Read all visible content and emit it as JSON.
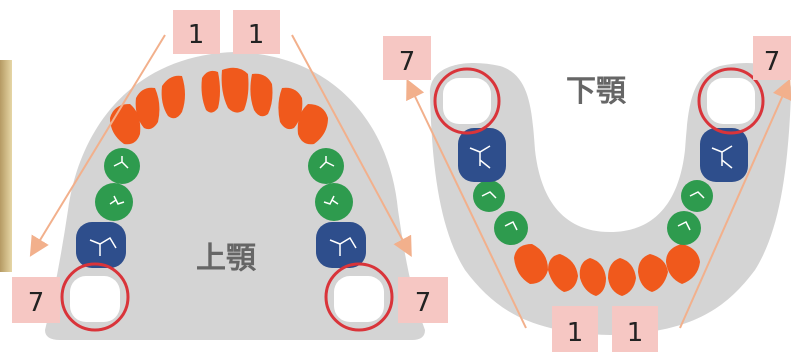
{
  "upper": {
    "title": "上顎",
    "labels": {
      "top_left": "1",
      "top_right": "1",
      "bottom_left": "7",
      "bottom_right": "7"
    }
  },
  "lower": {
    "title": "下顎",
    "labels": {
      "top_left": "7",
      "top_right": "7",
      "bottom_left": "1",
      "bottom_right": "1"
    }
  },
  "colors": {
    "gum": "#d4d4d4",
    "incisor": "#f0591c",
    "premolar": "#2e9b4e",
    "molar": "#2e4e8c",
    "wisdom": "#ffffff",
    "arrow": "#f2b08c",
    "circle": "#d9343a",
    "label_bg": "#f6c7c3",
    "title": "#666666"
  }
}
